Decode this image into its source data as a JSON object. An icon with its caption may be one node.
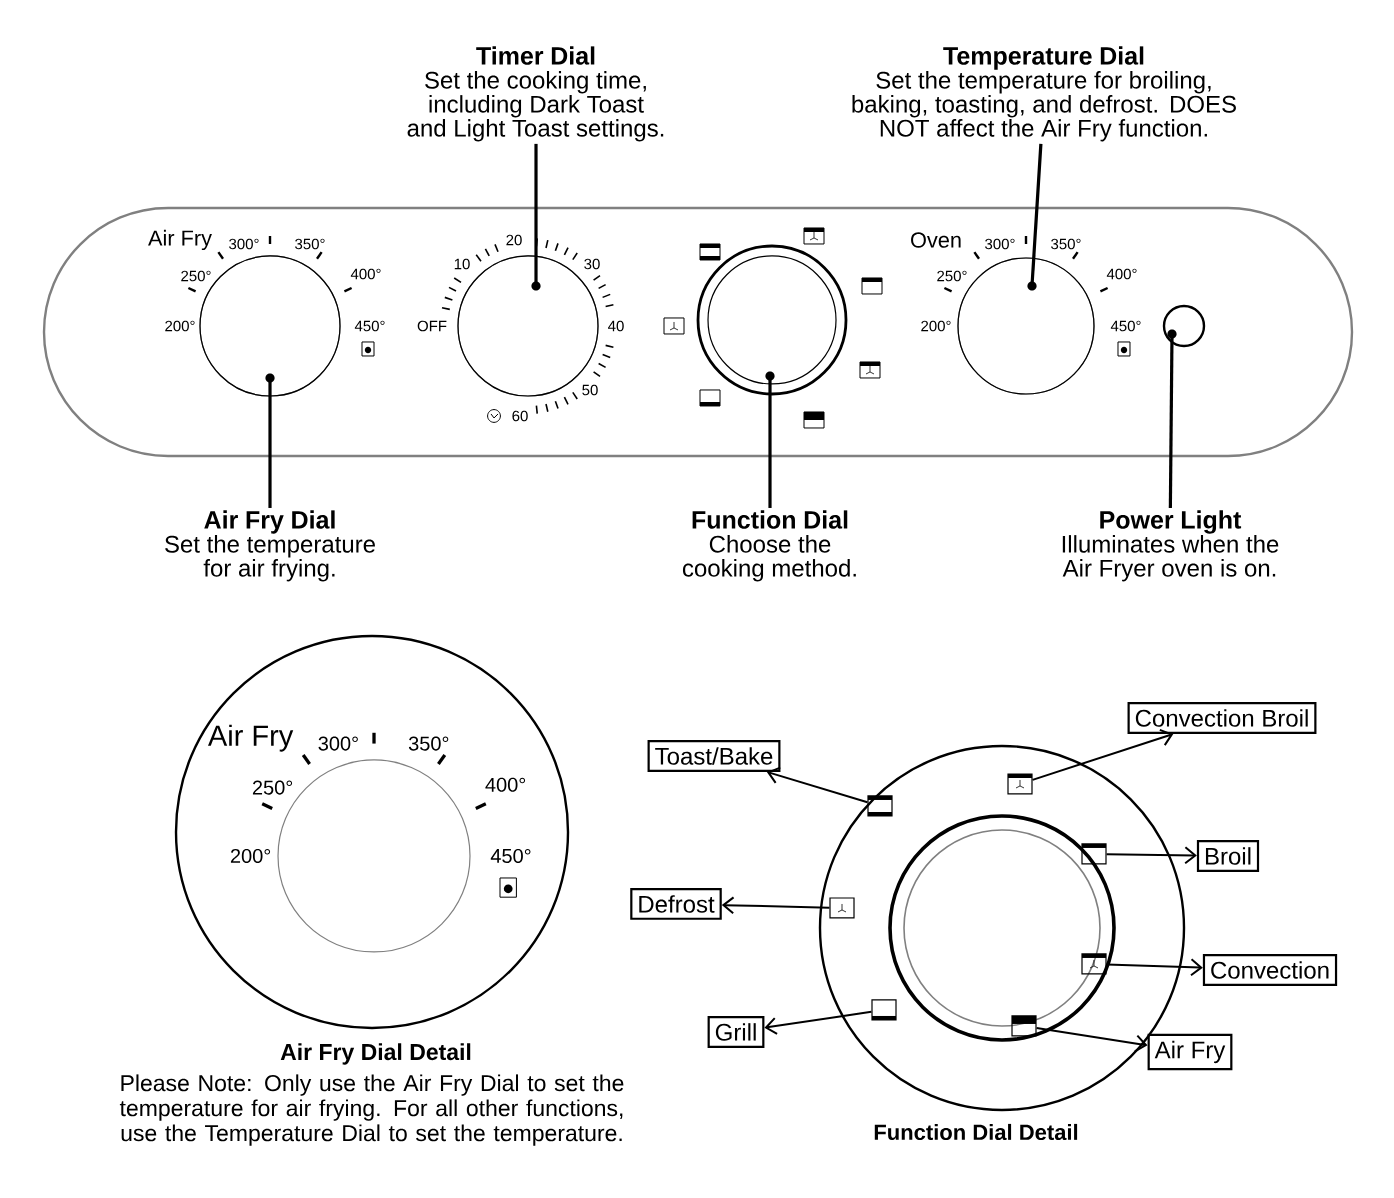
{
  "diagram": {
    "nodes": [
      {
        "text": [
          "Timer Dial",
          "Set the cooking time, including Dark Toast and Light Toast settings."
        ]
      },
      {
        "text": [
          "Temperature Dial",
          "Set the temperature for broiling, baking, toasting, and defrost. DOES NOT affect the Air Fry function."
        ]
      },
      {
        "text": [],
        "shape": "circle"
      },
      {
        "text": [],
        "shape": "circle"
      },
      {
        "text": [],
        "shape": "circle"
      },
      {
        "text": [],
        "shape": "circle"
      },
      {
        "text": [],
        "shape": "circle"
      },
      {
        "text": [
          "Air Fry Dial",
          "Set the temperature for air frying."
        ]
      },
      {
        "text": [
          "Function Dial",
          "Choose the cooking method."
        ]
      },
      {
        "text": [
          "Power Light",
          "Illuminates when the Air Fryer oven is on."
        ]
      },
      {
        "text": [
          "Convection Broil"
        ]
      },
      {
        "text": [
          "Toast/Bake"
        ]
      },
      {
        "text": [
          "Broil"
        ]
      },
      {
        "text": [
          "Defrost"
        ]
      },
      {
        "text": [
          "Convection"
        ]
      },
      {
        "text": [
          "Grill"
        ]
      },
      {
        "text": [
          "Air Fry"
        ]
      },
      {
        "text": [],
        "shape": "box"
      },
      {
        "text": [],
        "shape": "box"
      },
      {
        "text": [],
        "shape": "box"
      },
      {
        "text": [],
        "shape": "box"
      },
      {
        "text": [],
        "shape": "box"
      },
      {
        "text": [],
        "shape": "box"
      },
      {
        "text": [],
        "shape": "box"
      }
    ],
    "edges": [
      {
        "from": 0,
        "to": 3,
        "arrow": "none"
      },
      {
        "from": 1,
        "to": 5,
        "arrow": "none"
      },
      {
        "from": 7,
        "to": 2,
        "arrow": "none"
      },
      {
        "from": 8,
        "to": 4,
        "arrow": "none"
      },
      {
        "from": 9,
        "to": 6,
        "arrow": "none"
      },
      {
        "from": 17,
        "to": 10,
        "arrow": "to"
      },
      {
        "from": 18,
        "to": 11,
        "arrow": "to"
      },
      {
        "from": 19,
        "to": 12,
        "arrow": "to"
      },
      {
        "from": 20,
        "to": 13,
        "arrow": "to"
      },
      {
        "from": 21,
        "to": 14,
        "arrow": "to"
      },
      {
        "from": 22,
        "to": 15,
        "arrow": "to"
      },
      {
        "from": 23,
        "to": 16,
        "arrow": "to"
      }
    ],
    "labels": [
      "Air Fry",
      "300°",
      "350°",
      "250°",
      "400°",
      "200°",
      "450°",
      "10",
      "20",
      "30",
      "OFF",
      "40",
      "50",
      "60",
      "Oven",
      "300°",
      "350°",
      "250°",
      "400°",
      "200°",
      "450°",
      "Air Fry",
      "300°",
      "350°",
      "250°",
      "400°",
      "200°",
      "450°",
      "Air Fry Dial Detail",
      "Please Note: Only use the Air Fry Dial to set the temperature for air frying. For all other functions, use the Temperature Dial to set the temperature.",
      "Function Dial Detail"
    ]
  }
}
